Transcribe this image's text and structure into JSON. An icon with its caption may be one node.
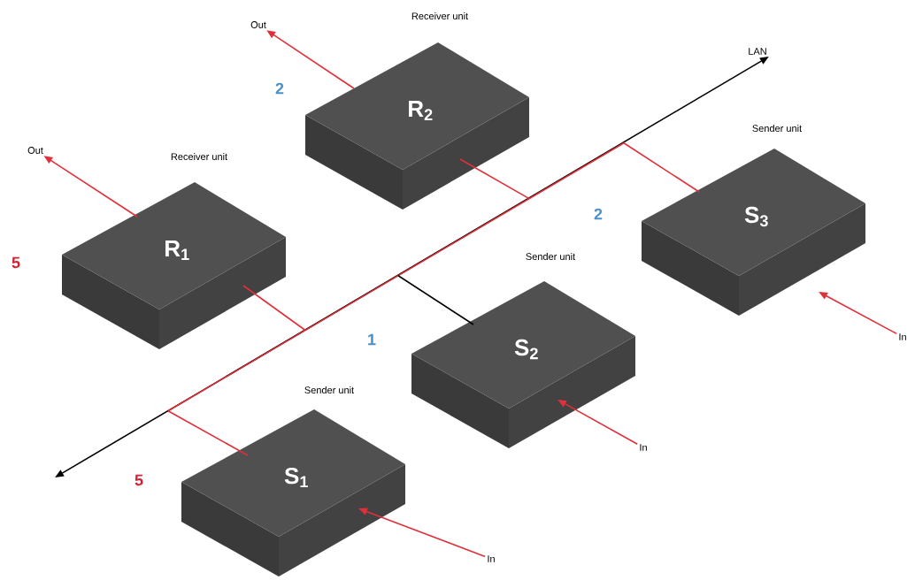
{
  "diagram": {
    "nodes": [
      {
        "text": [
          "Out"
        ]
      },
      {
        "text": [
          "Receiver unit",
          "R$_{2}$"
        ]
      },
      {
        "text": [
          "Out"
        ]
      },
      {
        "text": [
          "Receiver unit",
          "R$_{1}$"
        ]
      },
      {
        "text": [
          "Sender unit",
          "S$_{3}$"
        ]
      },
      {
        "text": [
          "Sender unit",
          "S$_{2}$"
        ]
      },
      {
        "text": [
          "In"
        ]
      },
      {
        "text": [
          "In"
        ]
      },
      {
        "text": [
          "Sender unit",
          "S$_{1}$"
        ]
      },
      {
        "text": [
          "In"
        ]
      },
      {
        "text": [
          "LAN"
        ]
      }
    ],
    "edges": [
      {
        "from": 1,
        "to": 0,
        "arrow": "to"
      },
      {
        "from": 3,
        "to": 2,
        "arrow": "to"
      },
      {
        "from": null,
        "to": 10,
        "arrow": "both",
        "color": "#000000"
      },
      {
        "from": 3,
        "to": null,
        "arrow": "none"
      },
      {
        "from": 1,
        "to": null,
        "arrow": "none"
      },
      {
        "from": 4,
        "to": null,
        "arrow": "none"
      },
      {
        "from": 5,
        "to": null,
        "arrow": "none",
        "color": "#000000"
      },
      {
        "from": 8,
        "to": null,
        "arrow": "none"
      },
      {
        "from": 6,
        "to": 4,
        "arrow": "to"
      },
      {
        "from": 7,
        "to": 5,
        "arrow": "to"
      },
      {
        "from": 9,
        "to": 8,
        "arrow": "to"
      }
    ],
    "labels": [
      "2",
      "2",
      "5",
      "1",
      "5"
    ]
  }
}
